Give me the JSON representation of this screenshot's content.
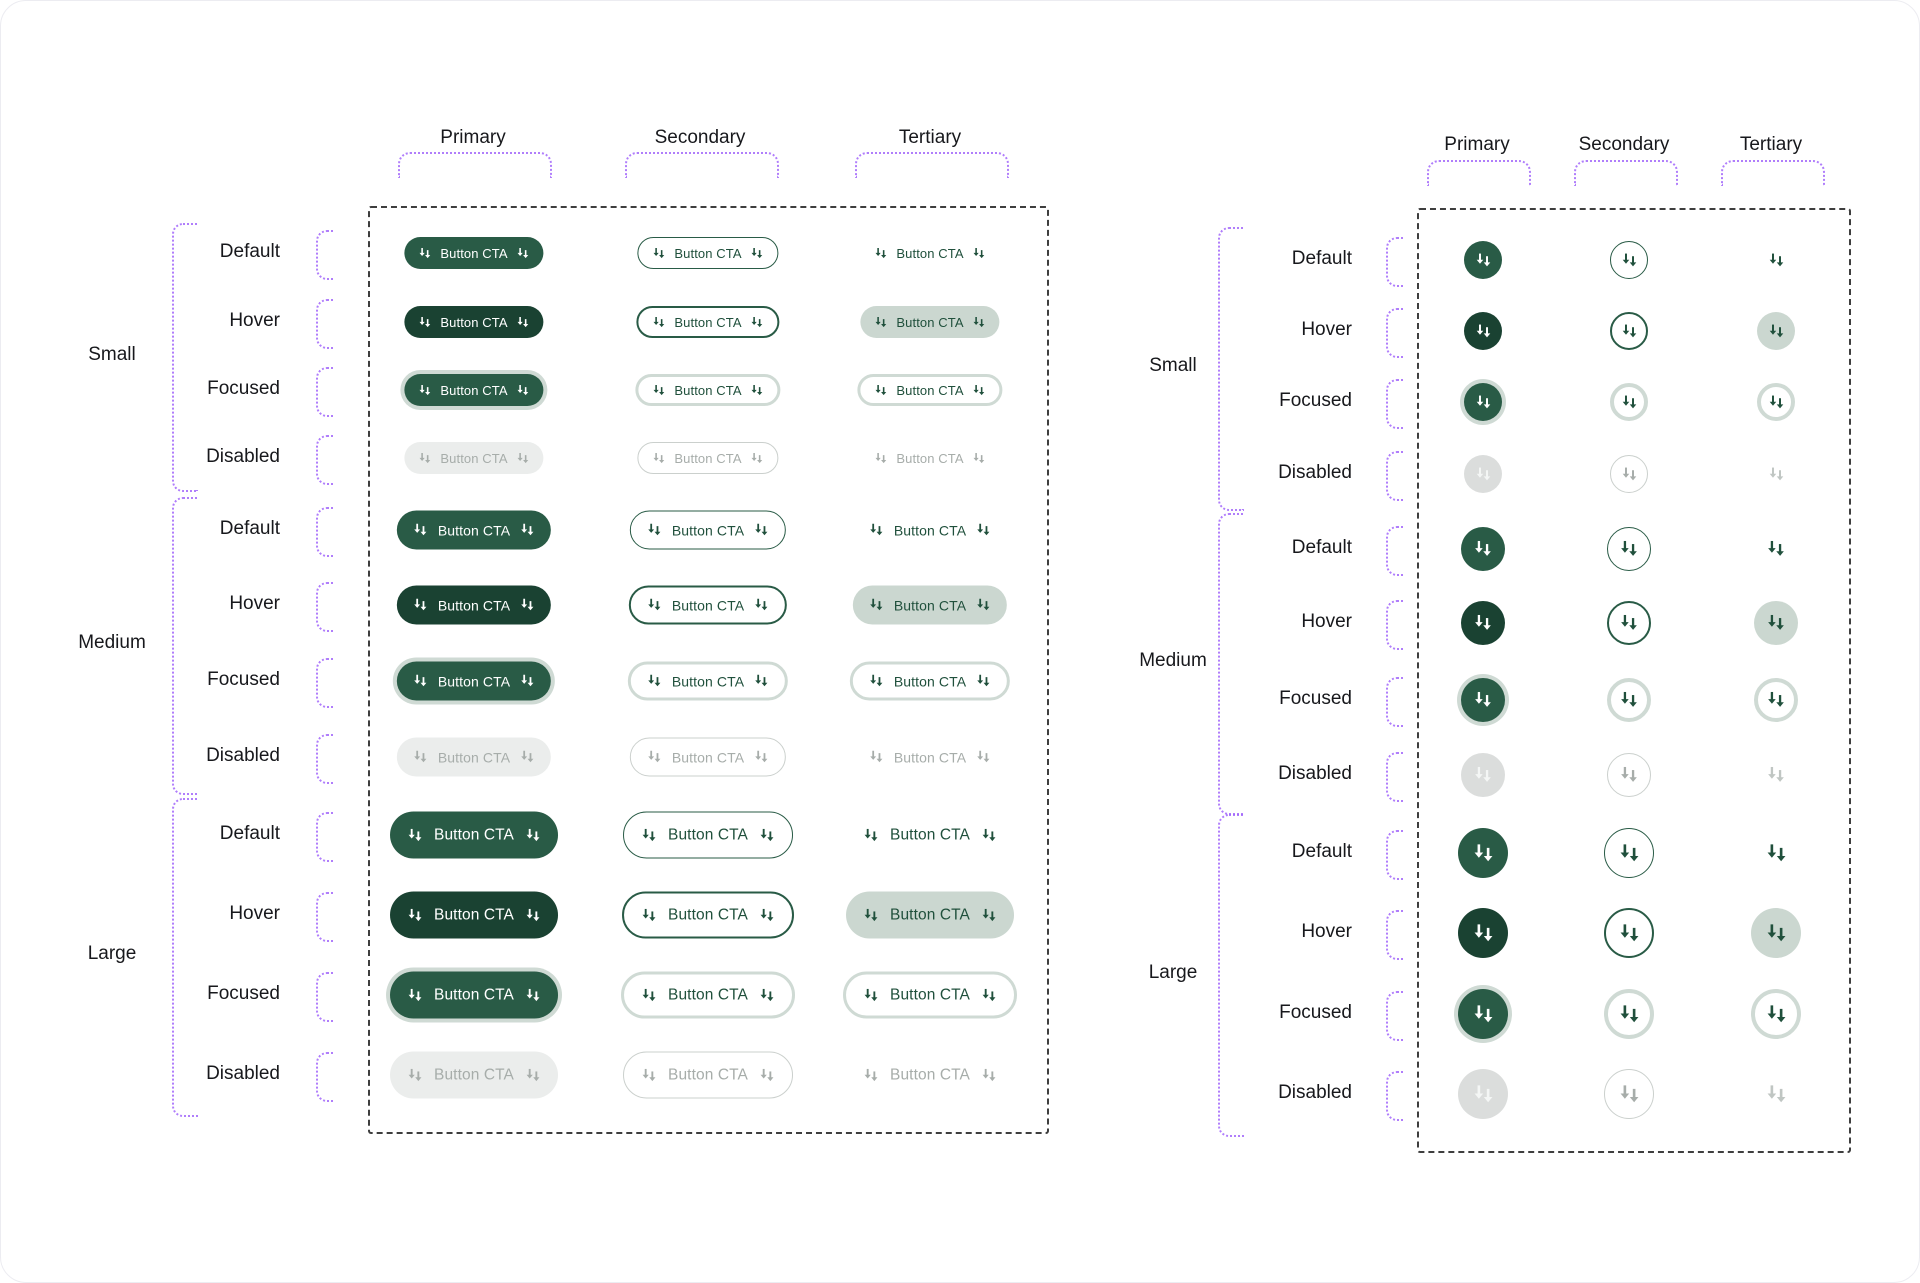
{
  "button_label": "Button CTA",
  "columns": [
    "Primary",
    "Secondary",
    "Tertiary"
  ],
  "sizes": [
    "Small",
    "Medium",
    "Large"
  ],
  "states": [
    "Default",
    "Hover",
    "Focused",
    "Disabled"
  ],
  "icons": {
    "button_icon": "double-down-arrow"
  },
  "colors": {
    "primary_green": "#295B46",
    "primary_green_hover": "#1A4232",
    "green_text": "#20503C",
    "focus_ring": "#CFDAD4",
    "tertiary_hover_bg": "#CBD7D0",
    "disabled_bg": "#EBEDEC",
    "disabled_text": "#A7ADAA",
    "disabled_border": "#CBD0CD",
    "disabled_circle_bg": "#DBDDDC",
    "disabled_icon_light": "#F4F6F5",
    "disabled_icon_gray": "#C0C6C3",
    "annotation_purple": "#A368FB",
    "frame_dash": "#3E3E3E"
  }
}
